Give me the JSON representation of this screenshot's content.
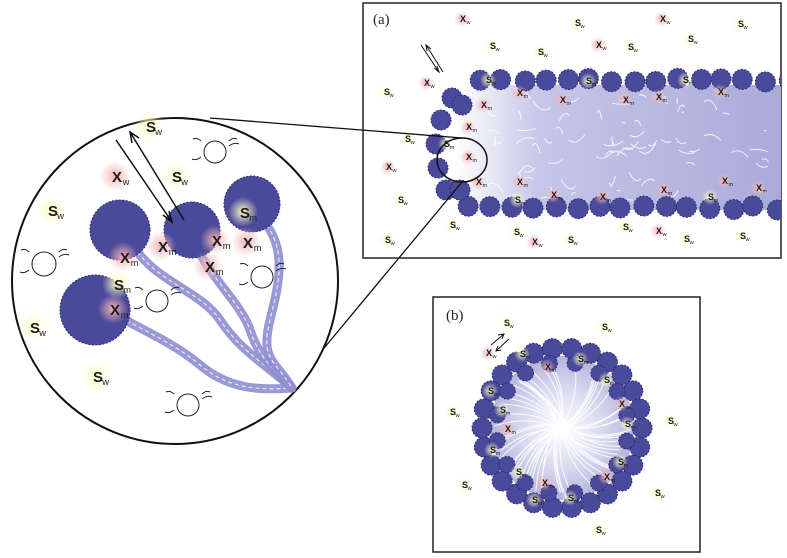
{
  "panels": {
    "a": {
      "label": "(a)"
    },
    "b": {
      "label": "(b)"
    }
  },
  "species": {
    "S": {
      "letter": "S",
      "water": "w",
      "micelle": "m"
    },
    "X": {
      "letter": "X",
      "water": "w",
      "micelle": "m"
    }
  },
  "colors": {
    "head": "#4a4a9c",
    "head_edge": "#2d2d6e",
    "tail": "#8e8ed0",
    "core_glow": "#c9c9ea",
    "s_glow": "#fbfbc4",
    "x_glow": "#f4b4b4",
    "frame": "#222222"
  }
}
